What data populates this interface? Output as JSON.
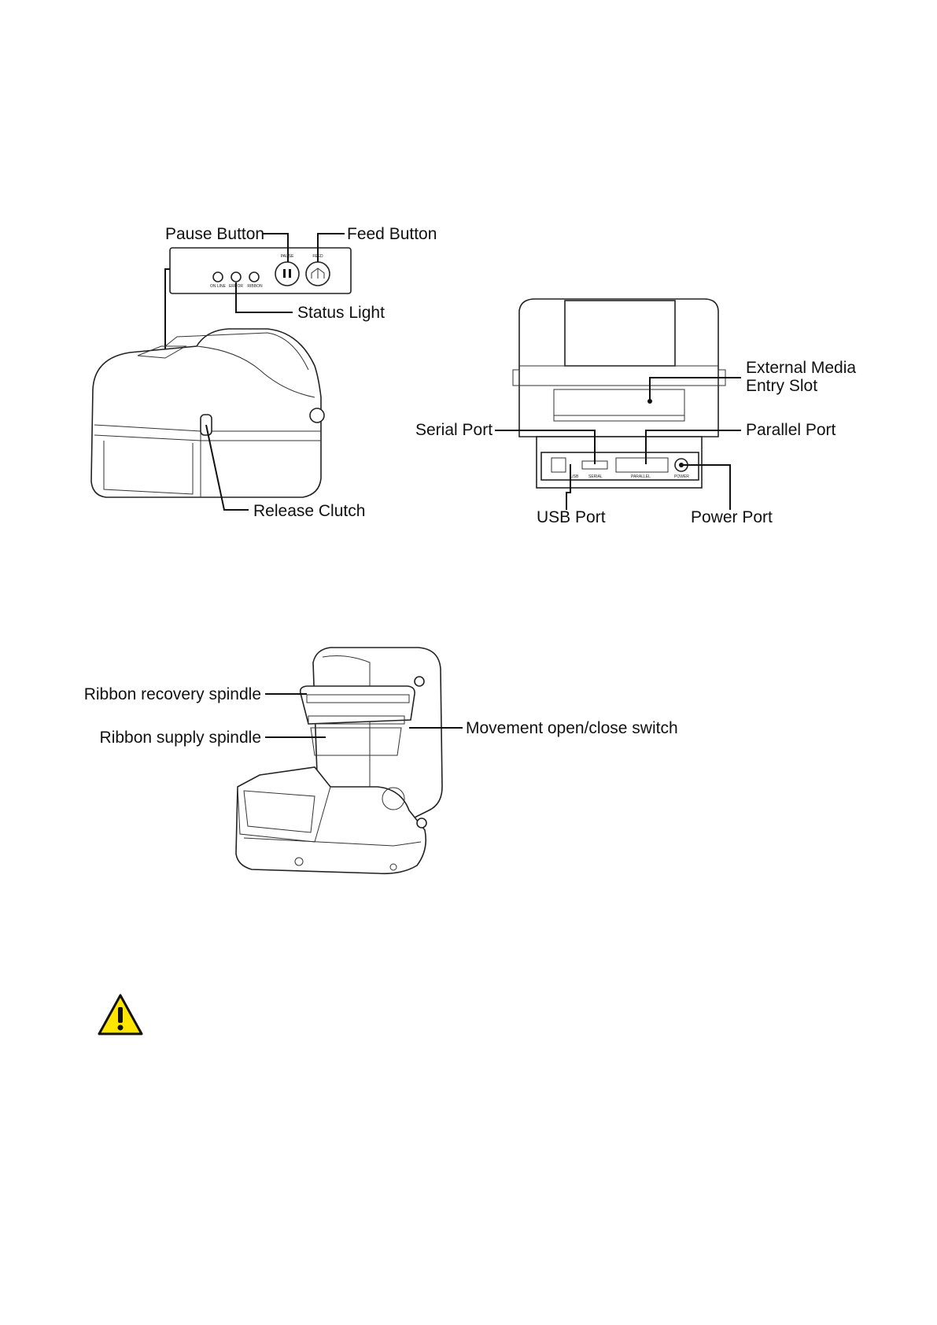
{
  "front_view": {
    "pause_button": "Pause Button",
    "feed_button": "Feed Button",
    "status_light": "Status Light",
    "release_clutch": "Release Clutch",
    "panel_pause": "PAUSE",
    "panel_feed": "FEED",
    "led_online": "ON LINE",
    "led_error": "ERROR",
    "led_ribbon": "RIBBON"
  },
  "rear_view": {
    "external_media_line1": "External Media",
    "external_media_line2": "Entry Slot",
    "serial_port": "Serial Port",
    "parallel_port": "Parallel Port",
    "usb_port": "USB Port",
    "power_port": "Power Port",
    "panel_usb": "USB",
    "panel_serial": "SERIAL",
    "panel_parallel": "PARALLEL",
    "panel_power": "POWER"
  },
  "open_view": {
    "ribbon_recovery": "Ribbon recovery spindle",
    "ribbon_supply": "Ribbon supply spindle",
    "movement_switch": "Movement open/close switch"
  },
  "icons": {
    "warning": "warning-icon"
  },
  "colors": {
    "warning_fill": "#ffe600",
    "warning_stroke": "#111111"
  }
}
